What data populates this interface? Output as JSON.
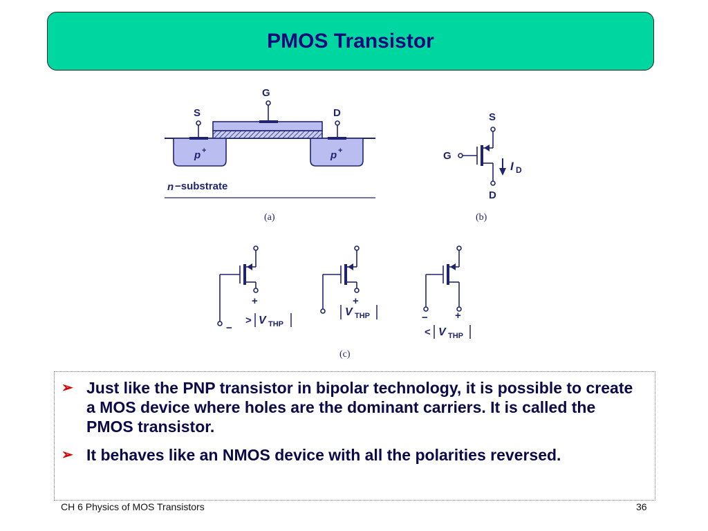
{
  "slide": {
    "title": "PMOS Transistor",
    "bullets": [
      "Just like the PNP transistor in bipolar technology, it is possible to create a MOS device where holes are the dominant carriers.  It is called the PMOS transistor.",
      "It behaves like an NMOS device with all the polarities reversed."
    ],
    "bullet_marker": "➢",
    "footer_left": "CH 6  Physics of MOS Transistors",
    "page_number": "36",
    "colors": {
      "title_bg": "#00d6a0",
      "diagram": "#1e2470",
      "pwell": "#b9bdf0",
      "bullet_marker": "#d40000"
    }
  },
  "diagram": {
    "a": {
      "gate": "G",
      "source": "S",
      "drain": "D",
      "p_plus": "p",
      "plus_sup": "+",
      "substrate_n": "n",
      "substrate_text": "−substrate",
      "caption": "(a)"
    },
    "b": {
      "source": "S",
      "gate": "G",
      "drain": "D",
      "current": "I",
      "current_sub": "D",
      "caption": "(b)"
    },
    "c": {
      "plus": "+",
      "minus": "−",
      "v": "V",
      "sub": "THP",
      "gt": ">",
      "lt": "<",
      "caption": "(c)"
    }
  }
}
